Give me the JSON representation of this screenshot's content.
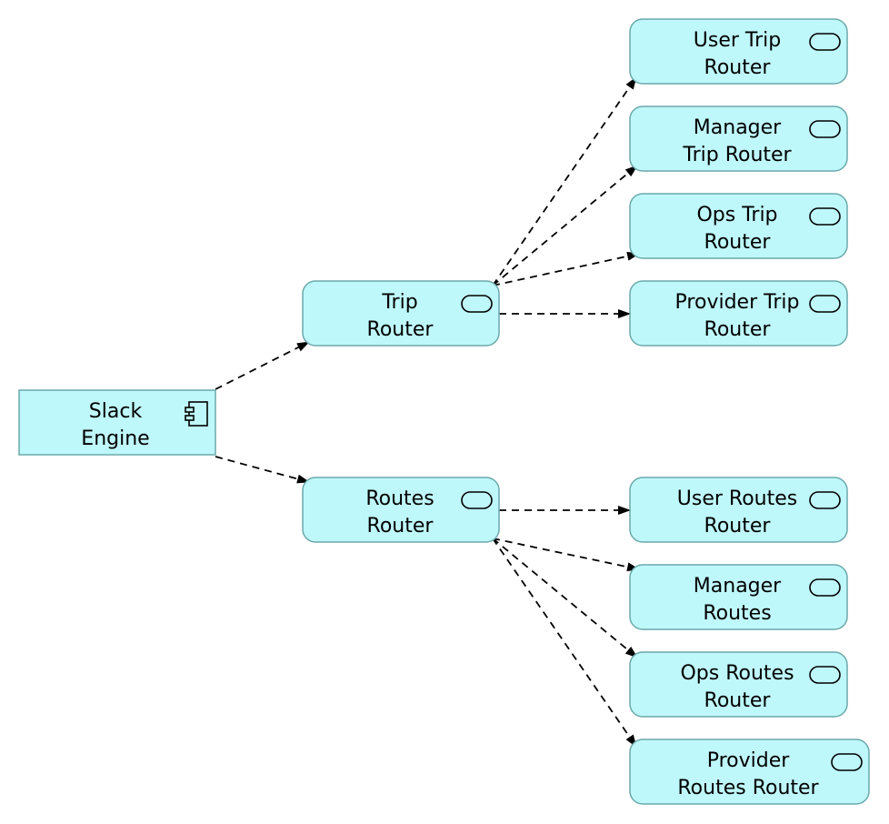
{
  "colors": {
    "node_fill": "#bff8fb",
    "node_stroke": "#6aa8ab",
    "edge": "#000000",
    "background": "#ffffff"
  },
  "nodes": [
    {
      "id": "slack-engine",
      "kind": "component",
      "icon": "component-icon",
      "lines": [
        "Slack",
        "Engine"
      ]
    },
    {
      "id": "trip-router",
      "kind": "service",
      "icon": "service-icon",
      "lines": [
        "Trip",
        "Router"
      ]
    },
    {
      "id": "routes-router",
      "kind": "service",
      "icon": "service-icon",
      "lines": [
        "Routes",
        "Router"
      ]
    },
    {
      "id": "user-trip-router",
      "kind": "service",
      "icon": "service-icon",
      "lines": [
        "User Trip",
        "Router"
      ]
    },
    {
      "id": "manager-trip-router",
      "kind": "service",
      "icon": "service-icon",
      "lines": [
        "Manager",
        "Trip Router"
      ]
    },
    {
      "id": "ops-trip-router",
      "kind": "service",
      "icon": "service-icon",
      "lines": [
        "Ops Trip",
        "Router"
      ]
    },
    {
      "id": "provider-trip-router",
      "kind": "service",
      "icon": "service-icon",
      "lines": [
        "Provider Trip",
        "Router"
      ]
    },
    {
      "id": "user-routes-router",
      "kind": "service",
      "icon": "service-icon",
      "lines": [
        "User Routes",
        "Router"
      ]
    },
    {
      "id": "manager-routes",
      "kind": "service",
      "icon": "service-icon",
      "lines": [
        "Manager",
        "Routes"
      ]
    },
    {
      "id": "ops-routes-router",
      "kind": "service",
      "icon": "service-icon",
      "lines": [
        "Ops Routes",
        "Router"
      ]
    },
    {
      "id": "provider-routes-router",
      "kind": "service",
      "icon": "service-icon",
      "lines": [
        "Provider",
        "Routes Router"
      ]
    }
  ],
  "edges": [
    {
      "from": "slack-engine",
      "to": "trip-router",
      "style": "dashed"
    },
    {
      "from": "slack-engine",
      "to": "routes-router",
      "style": "dashed"
    },
    {
      "from": "trip-router",
      "to": "user-trip-router",
      "style": "dashed"
    },
    {
      "from": "trip-router",
      "to": "manager-trip-router",
      "style": "dashed"
    },
    {
      "from": "trip-router",
      "to": "ops-trip-router",
      "style": "dashed"
    },
    {
      "from": "trip-router",
      "to": "provider-trip-router",
      "style": "dashed"
    },
    {
      "from": "routes-router",
      "to": "user-routes-router",
      "style": "dashed"
    },
    {
      "from": "routes-router",
      "to": "manager-routes",
      "style": "dashed"
    },
    {
      "from": "routes-router",
      "to": "ops-routes-router",
      "style": "dashed"
    },
    {
      "from": "routes-router",
      "to": "provider-routes-router",
      "style": "dashed"
    }
  ]
}
